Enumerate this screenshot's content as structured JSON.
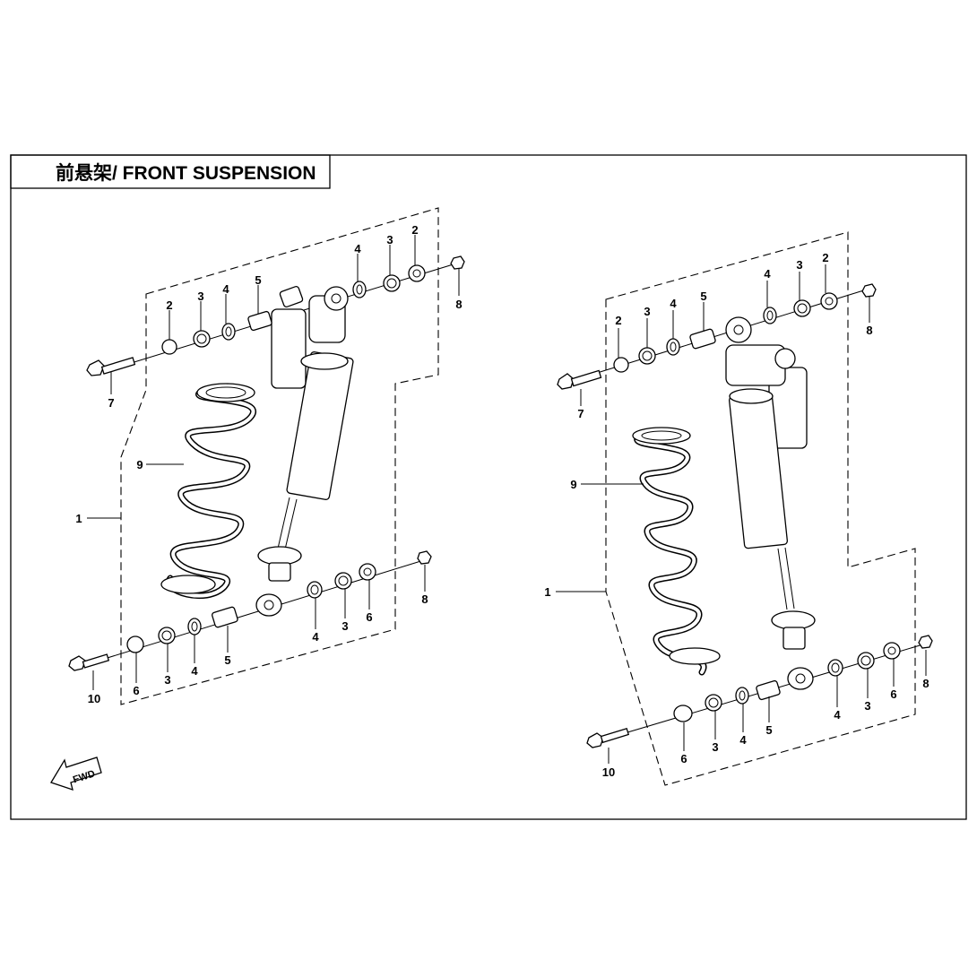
{
  "title": "前悬架/ FRONT SUSPENSION",
  "fwd_label": "FWD",
  "left_labels": {
    "c1": "1",
    "c9": "9",
    "c7": "7",
    "c10": "10",
    "t2a": "2",
    "t3a": "3",
    "t4a": "4",
    "t5": "5",
    "t4b": "4",
    "t3b": "3",
    "t2b": "2",
    "t8": "8",
    "b6a": "6",
    "b3a": "3",
    "b4a": "4",
    "b5": "5",
    "b4b": "4",
    "b3b": "3",
    "b6b": "6",
    "b8": "8"
  },
  "right_labels": {
    "c1": "1",
    "c9": "9",
    "c7": "7",
    "c10": "10",
    "t2a": "2",
    "t3a": "3",
    "t4a": "4",
    "t5": "5",
    "t4b": "4",
    "t3b": "3",
    "t2b": "2",
    "t8": "8",
    "b6a": "6",
    "b3a": "3",
    "b4a": "4",
    "b5": "5",
    "b4b": "4",
    "b3b": "3",
    "b6b": "6",
    "b8": "8"
  }
}
